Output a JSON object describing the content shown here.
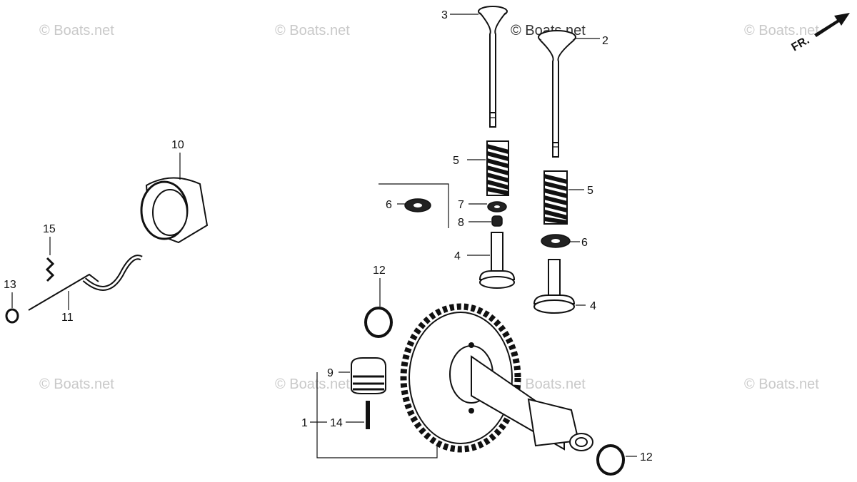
{
  "watermarks": [
    {
      "text": "© Boats.net"
    },
    {
      "text": "© Boats.net"
    },
    {
      "text": "© Boats.net"
    },
    {
      "text": "© Boats.net"
    },
    {
      "text": "© Boats.net"
    },
    {
      "text": "© Boats.net"
    },
    {
      "text": "© Boats.net"
    },
    {
      "text": "© Boats.net"
    }
  ],
  "orientation_label": "FR.",
  "callouts": {
    "c1": "1",
    "c2": "2",
    "c3": "3",
    "c4a": "4",
    "c4b": "4",
    "c5a": "5",
    "c5b": "5",
    "c6a": "6",
    "c6b": "6",
    "c7": "7",
    "c8": "8",
    "c9": "9",
    "c10": "10",
    "c11": "11",
    "c12a": "12",
    "c12b": "12",
    "c13": "13",
    "c14": "14",
    "c15": "15"
  }
}
